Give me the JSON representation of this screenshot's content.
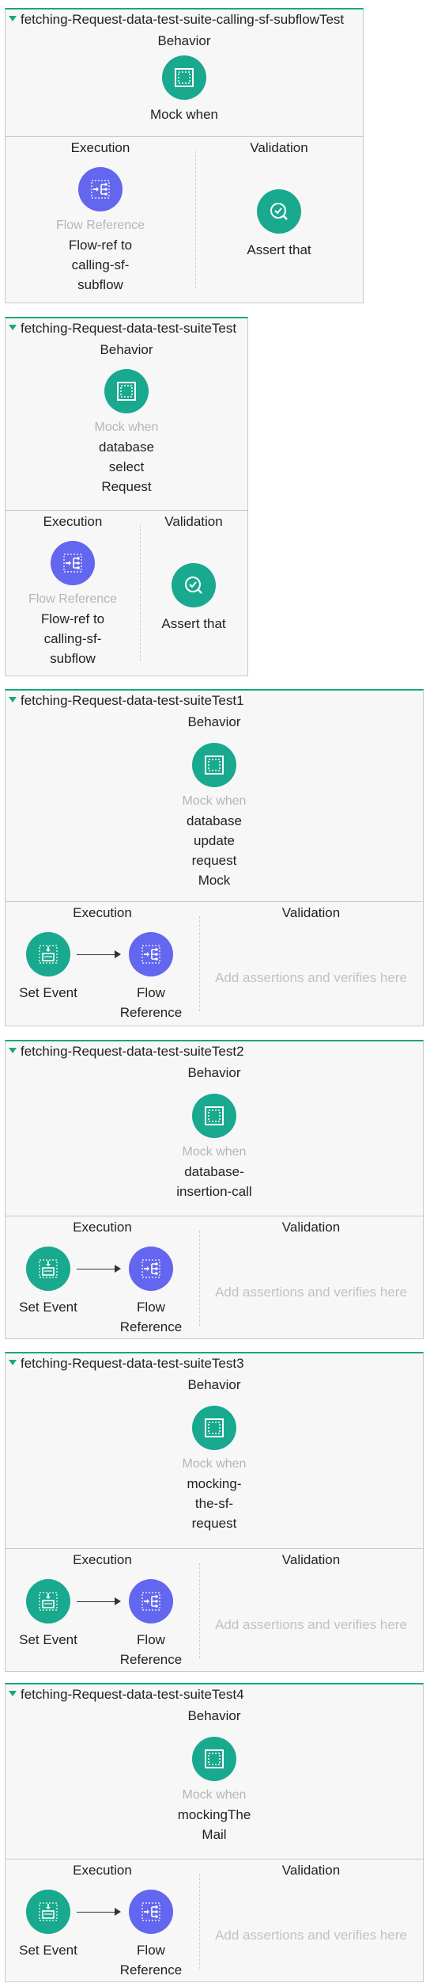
{
  "colors": {
    "accent": "#18a974",
    "green": "#18a98f",
    "purple": "#6366ee"
  },
  "labels": {
    "behavior": "Behavior",
    "execution": "Execution",
    "validation": "Validation",
    "mock_when": "Mock when",
    "flow_reference": "Flow Reference",
    "assert_that": "Assert that",
    "set_event": "Set Event",
    "placeholder": "Add assertions and verifies here"
  },
  "suites": [
    {
      "title": "fetching-Request-data-test-suite-calling-sf-subflowTest",
      "mock_label": "",
      "mock_type_visible": false,
      "flow_label": "Flow-ref to calling-sf-subflow"
    },
    {
      "title": "fetching-Request-data-test-suiteTest",
      "mock_label": "database select Request",
      "flow_label": "Flow-ref to calling-sf-subflow"
    },
    {
      "title": "fetching-Request-data-test-suiteTest1",
      "mock_label": "database update request Mock"
    },
    {
      "title": "fetching-Request-data-test-suiteTest2",
      "mock_label": "database-insertion-call"
    },
    {
      "title": "fetching-Request-data-test-suiteTest3",
      "mock_label": "mocking-the-sf-request"
    },
    {
      "title": "fetching-Request-data-test-suiteTest4",
      "mock_label": "mockingThe Mail"
    }
  ],
  "icons": {
    "mock": "mock-when-icon",
    "flow_ref": "flow-reference-icon",
    "assert": "assert-that-icon",
    "set_event": "set-event-icon",
    "expand": "expand-triangle-icon"
  }
}
